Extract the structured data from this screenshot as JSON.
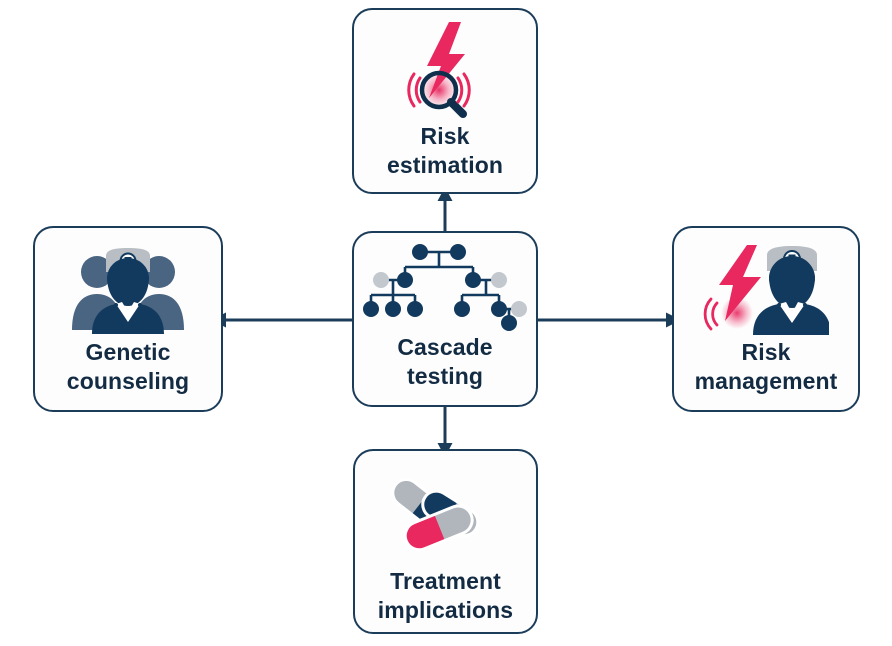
{
  "diagram": {
    "title": "Cascade testing outcomes flow diagram",
    "type": "hub-and-spoke",
    "center_node": "cascade-testing",
    "colors": {
      "box_border": "#1C3D5A",
      "box_fill": "#FDFDFD",
      "text": "#132C44",
      "accent_pink": "#E8285F",
      "icon_navy": "#123A5E",
      "icon_slate": "#4A6582",
      "icon_grey": "#AEB4BA",
      "connector": "#1C3D5A",
      "page_background": "#FFFFFF"
    },
    "nodes": [
      {
        "id": "risk-estimation",
        "label_line1": "Risk",
        "label_line2": "estimation",
        "icon_name": "magnifier-lightning-icon",
        "position": "top"
      },
      {
        "id": "cascade-testing",
        "label_line1": "Cascade",
        "label_line2": "testing",
        "icon_name": "family-pedigree-icon",
        "position": "center"
      },
      {
        "id": "genetic-counseling",
        "label_line1": "Genetic",
        "label_line2": "counseling",
        "icon_name": "medical-team-icon",
        "position": "left"
      },
      {
        "id": "risk-management",
        "label_line1": "Risk",
        "label_line2": "management",
        "icon_name": "doctor-lightning-icon",
        "position": "right"
      },
      {
        "id": "treatment-implications",
        "label_line1": "Treatment",
        "label_line2": "implications",
        "icon_name": "pills-capsules-icon",
        "position": "bottom"
      }
    ],
    "connectors": [
      {
        "id": "cascade-to-risk-estimation",
        "from": "cascade-testing",
        "to": "risk-estimation",
        "direction": "up"
      },
      {
        "id": "cascade-to-genetic-counseling",
        "from": "cascade-testing",
        "to": "genetic-counseling",
        "direction": "left"
      },
      {
        "id": "cascade-to-risk-management",
        "from": "cascade-testing",
        "to": "risk-management",
        "direction": "right"
      },
      {
        "id": "cascade-to-treatment-implications",
        "from": "cascade-testing",
        "to": "treatment-implications",
        "direction": "down"
      }
    ]
  }
}
